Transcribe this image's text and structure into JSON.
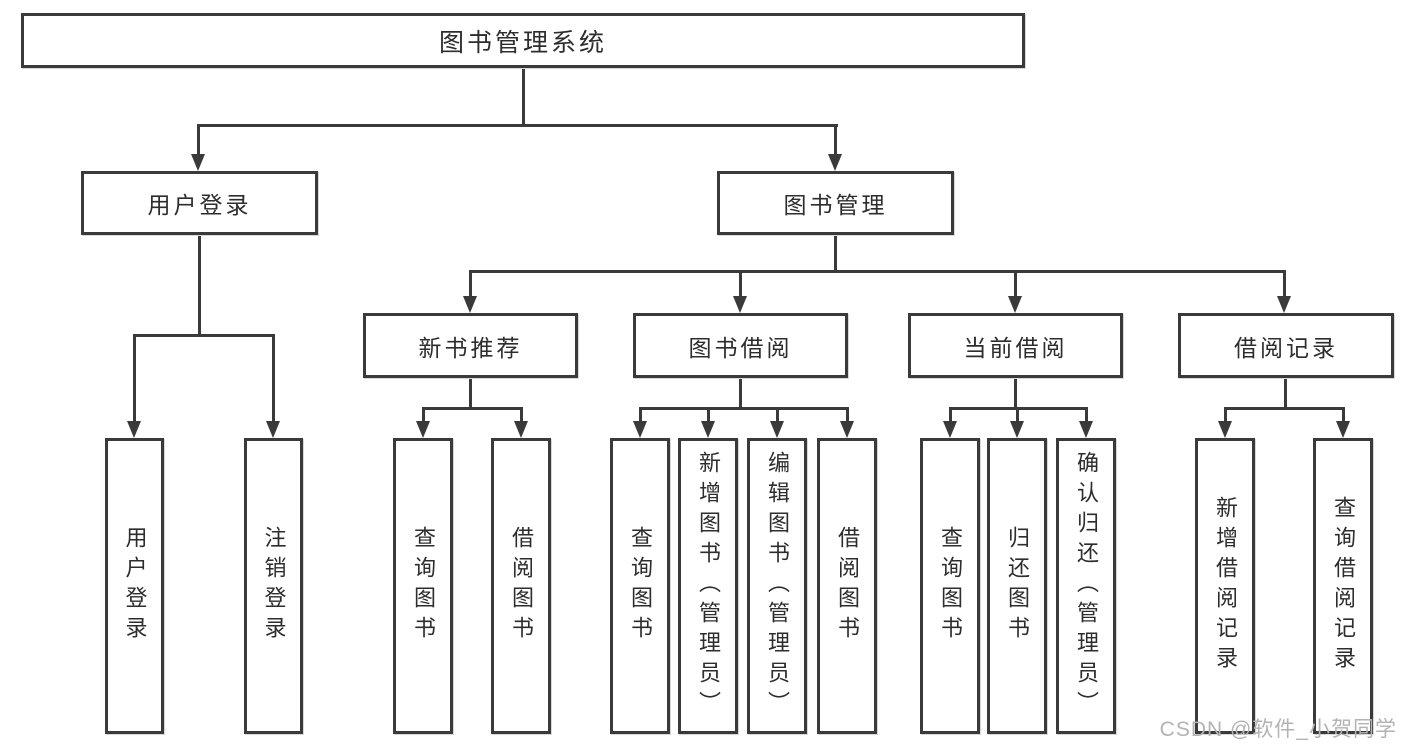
{
  "diagram_title": "图书管理系统",
  "nodes": {
    "root": "图书管理系统",
    "user_login": "用户登录",
    "book_management": "图书管理",
    "new_book_recommend": "新书推荐",
    "book_borrow": "图书借阅",
    "current_borrow": "当前借阅",
    "borrow_records": "借阅记录",
    "leaf_user_login": "用户登录",
    "leaf_logout": "注销登录",
    "leaf_query_book_recommend": "查询图书",
    "leaf_borrow_book_recommend": "借阅图书",
    "leaf_query_book_borrow": "查询图书",
    "leaf_add_book_admin": "新增图书（管理员）",
    "leaf_edit_book_admin": "编辑图书（管理员）",
    "leaf_borrow_book_borrow": "借阅图书",
    "leaf_query_book_current": "查询图书",
    "leaf_return_book": "归还图书",
    "leaf_confirm_return_admin": "确认归还（管理员）",
    "leaf_add_borrow_record": "新增借阅记录",
    "leaf_query_borrow_record": "查询借阅记录"
  },
  "watermark": {
    "text": "CSDN @软件_小贺同学"
  },
  "colors": {
    "line": "#3a3a3a",
    "text": "#2d2d2d",
    "watermark": "#b3b3b3",
    "background": "#ffffff"
  }
}
